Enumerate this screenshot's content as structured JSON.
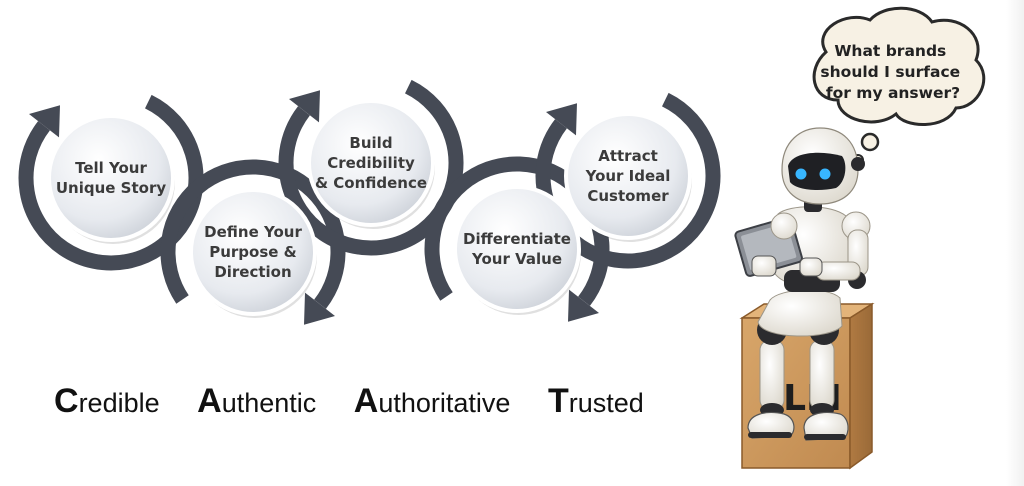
{
  "steps": [
    {
      "lines": [
        "Tell Your",
        "Unique Story"
      ]
    },
    {
      "lines": [
        "Define Your",
        "Purpose &",
        "Direction"
      ]
    },
    {
      "lines": [
        "Build",
        "Credibility",
        "& Confidence"
      ]
    },
    {
      "lines": [
        "Differentiate",
        "Your Value"
      ]
    },
    {
      "lines": [
        "Attract",
        "Your Ideal",
        "Customer"
      ]
    }
  ],
  "acronym": [
    {
      "initial": "C",
      "rest": "redible"
    },
    {
      "initial": "A",
      "rest": "uthentic"
    },
    {
      "initial": "A",
      "rest": "uthoritative"
    },
    {
      "initial": "T",
      "rest": "rusted"
    }
  ],
  "thought_bubble": {
    "lines": [
      "What brands",
      "should I surface",
      "for my answer?"
    ]
  },
  "box_label": "LLM",
  "colors": {
    "arrow_ring": "#454a55",
    "disc": "#e6e9ee",
    "box": "#cf9a5e",
    "robot_body": "#f1efe9",
    "robot_joint": "#2b2b2e",
    "robot_eye": "#38b6ff"
  }
}
